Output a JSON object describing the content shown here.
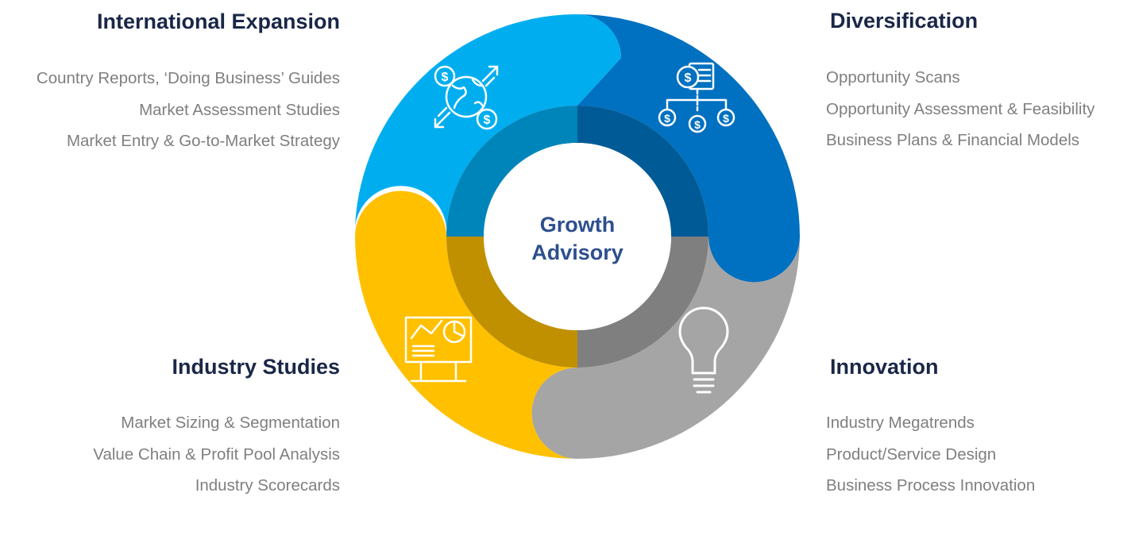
{
  "center": {
    "line1": "Growth",
    "line2": "Advisory"
  },
  "quadrants": {
    "top_left": {
      "title": "International Expansion",
      "items": [
        "Country Reports, ‘Doing Business’ Guides",
        "Market Assessment Studies",
        "Market Entry & Go-to-Market Strategy"
      ],
      "icon": "globe-exchange-icon",
      "color": "#00aeef"
    },
    "top_right": {
      "title": "Diversification",
      "items": [
        "Opportunity Scans",
        "Opportunity Assessment & Feasibility",
        "Business Plans & Financial Models"
      ],
      "icon": "document-dollar-flow-icon",
      "color": "#0070c0"
    },
    "bottom_left": {
      "title": "Industry Studies",
      "items": [
        "Market Sizing & Segmentation",
        "Value Chain & Profit Pool Analysis",
        "Industry Scorecards"
      ],
      "icon": "analytics-board-icon",
      "color": "#ffc000"
    },
    "bottom_right": {
      "title": "Innovation",
      "items": [
        "Industry Megatrends",
        "Product/Service Design",
        "Business Process Innovation"
      ],
      "icon": "lightbulb-icon",
      "color": "#a5a5a5"
    }
  },
  "colors": {
    "inner_top_left": "#0085bb",
    "inner_top_right": "#005a96",
    "inner_bottom_left": "#c09000",
    "inner_bottom_right": "#7f7f7f",
    "title": "#1a2747",
    "center_text": "#2e4f8f",
    "list_text": "#7f7f7f"
  }
}
